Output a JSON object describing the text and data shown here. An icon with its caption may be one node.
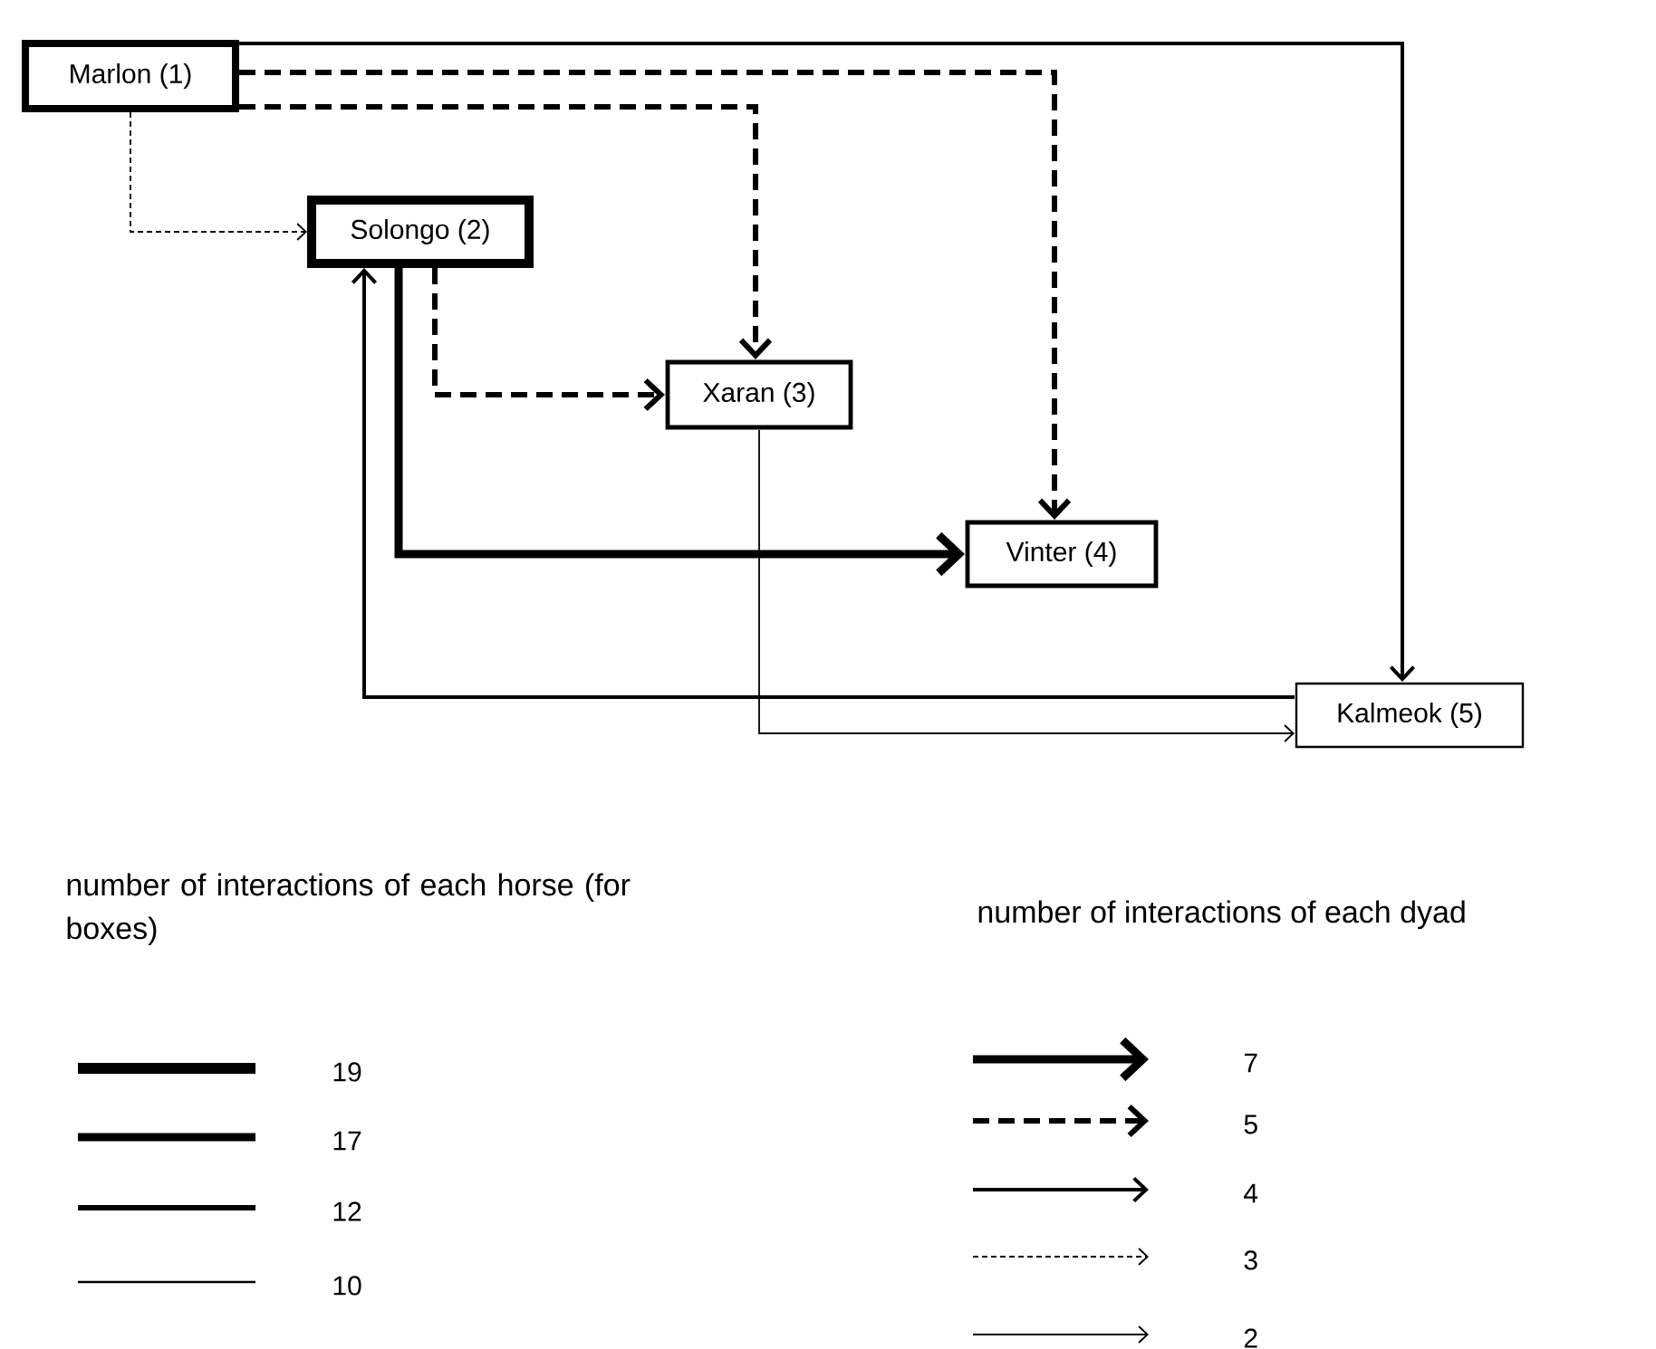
{
  "diagram": {
    "nodes": [
      {
        "text": [
          "Marlon (1)"
        ]
      },
      {
        "text": [
          "Solongo (2)"
        ]
      },
      {
        "text": [
          "Xaran (3)"
        ]
      },
      {
        "text": [
          "Vinter (4)"
        ]
      },
      {
        "text": [
          "Kalmeok (5)"
        ]
      }
    ],
    "edges": [
      {
        "from": 0,
        "to": 4,
        "arrow": "to"
      },
      {
        "from": 0,
        "to": 3,
        "arrow": "to",
        "style": "dashed"
      },
      {
        "from": 0,
        "to": 2,
        "arrow": "to",
        "style": "dashed"
      },
      {
        "from": 0,
        "to": 1,
        "arrow": "to",
        "style": "dashed"
      },
      {
        "from": 1,
        "to": 2,
        "arrow": "to",
        "style": "dashed"
      },
      {
        "from": 1,
        "to": 3,
        "arrow": "to",
        "style": "thick"
      },
      {
        "from": 4,
        "to": 1,
        "arrow": "to"
      },
      {
        "from": 2,
        "to": 4,
        "arrow": "to"
      }
    ],
    "labels": [
      "number of interactions of each horse (for boxes)",
      "number of interactions of each dyad"
    ],
    "legend": [
      {
        "text": "19"
      },
      {
        "text": "17"
      },
      {
        "text": "12"
      },
      {
        "text": "10"
      },
      {
        "text": "7"
      },
      {
        "text": "5"
      },
      {
        "text": "4"
      },
      {
        "text": "3"
      },
      {
        "text": "2"
      }
    ]
  }
}
